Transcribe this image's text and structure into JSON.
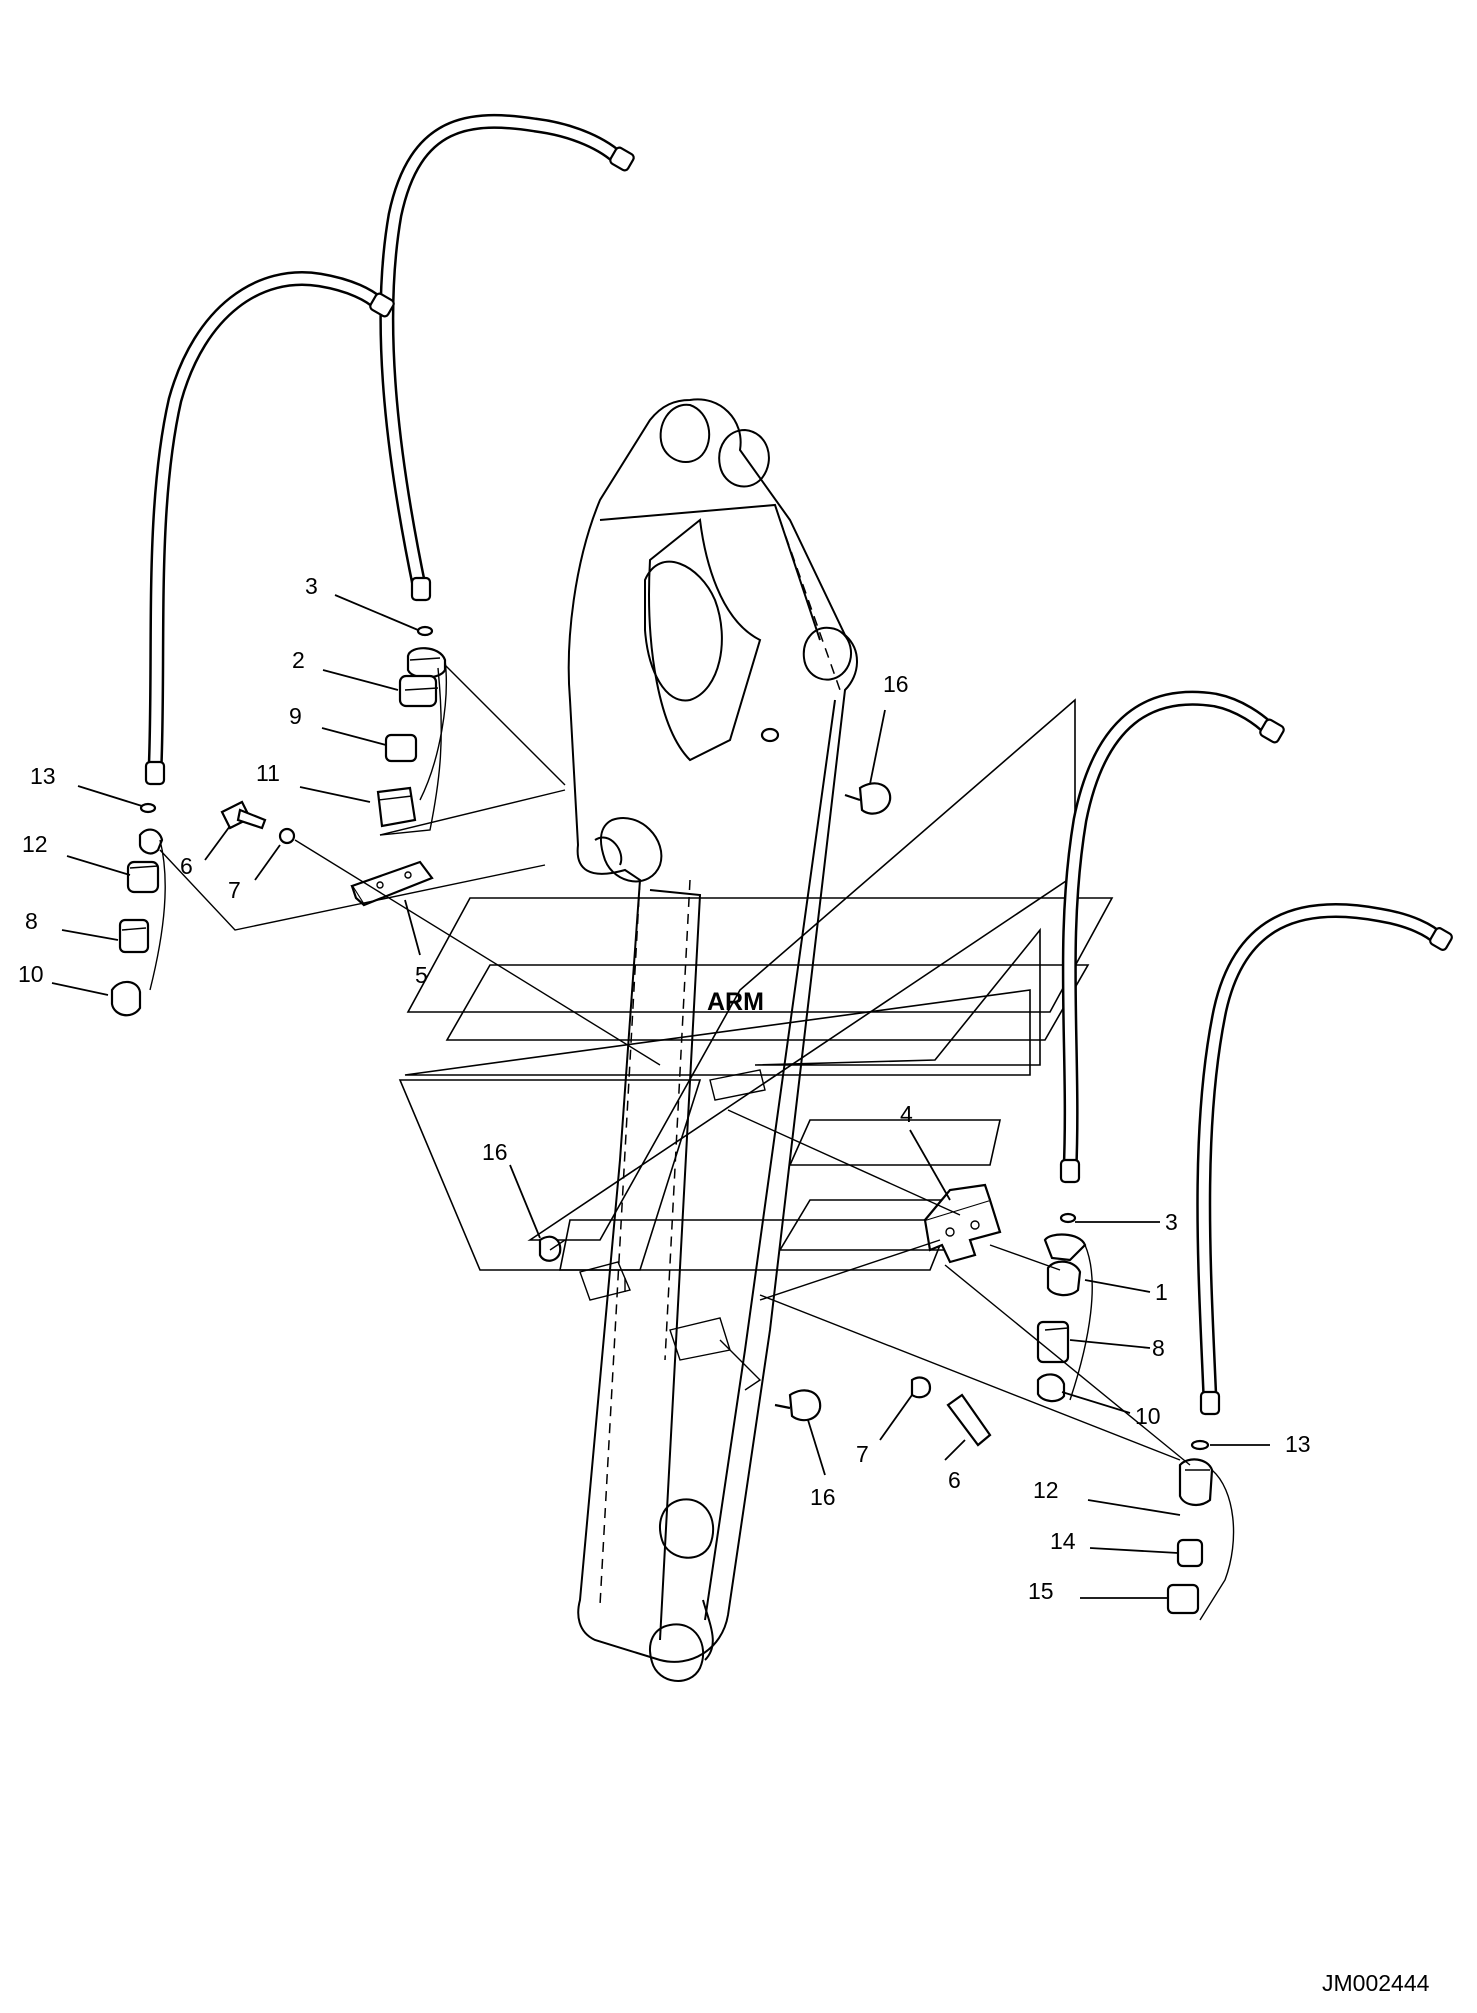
{
  "diagram": {
    "component_label": "ARM",
    "drawing_code": "JM002444",
    "callouts": [
      {
        "id": "c3a",
        "text": "3"
      },
      {
        "id": "c2",
        "text": "2"
      },
      {
        "id": "c9",
        "text": "9"
      },
      {
        "id": "c11",
        "text": "11"
      },
      {
        "id": "c13a",
        "text": "13"
      },
      {
        "id": "c6a",
        "text": "6"
      },
      {
        "id": "c12a",
        "text": "12"
      },
      {
        "id": "c7a",
        "text": "7"
      },
      {
        "id": "c8a",
        "text": "8"
      },
      {
        "id": "c10a",
        "text": "10"
      },
      {
        "id": "c5",
        "text": "5"
      },
      {
        "id": "c16a",
        "text": "16"
      },
      {
        "id": "c16b",
        "text": "16"
      },
      {
        "id": "c4",
        "text": "4"
      },
      {
        "id": "c3b",
        "text": "3"
      },
      {
        "id": "c1",
        "text": "1"
      },
      {
        "id": "c8b",
        "text": "8"
      },
      {
        "id": "c10b",
        "text": "10"
      },
      {
        "id": "c13b",
        "text": "13"
      },
      {
        "id": "c7b",
        "text": "7"
      },
      {
        "id": "c6b",
        "text": "6"
      },
      {
        "id": "c16c",
        "text": "16"
      },
      {
        "id": "c12b",
        "text": "12"
      },
      {
        "id": "c14",
        "text": "14"
      },
      {
        "id": "c15",
        "text": "15"
      }
    ]
  }
}
